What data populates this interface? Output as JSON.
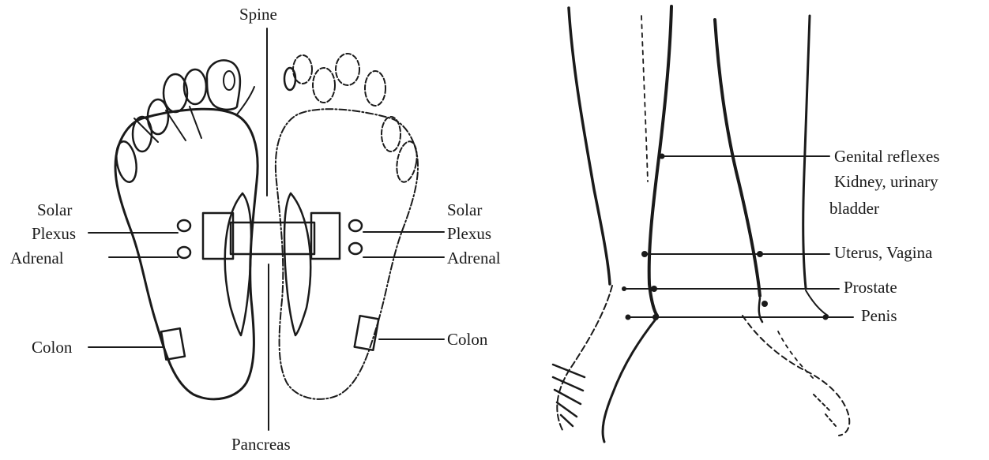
{
  "left_figure": {
    "labels": {
      "spine": "Spine",
      "pancreas": "Pancreas",
      "solar_left": "Solar",
      "plexus_left": "Plexus",
      "adrenal_left": "Adrenal",
      "colon_left": "Colon",
      "solar_right": "Solar",
      "plexus_right": "Plexus",
      "adrenal_right": "Adrenal",
      "colon_right": "Colon"
    }
  },
  "right_figure": {
    "labels": {
      "genital": "Genital reflexes",
      "kidney": "Kidney, urinary",
      "bladder": "bladder",
      "uterus": "Uterus, Vagina",
      "prostate": "Prostate",
      "penis": "Penis"
    }
  }
}
